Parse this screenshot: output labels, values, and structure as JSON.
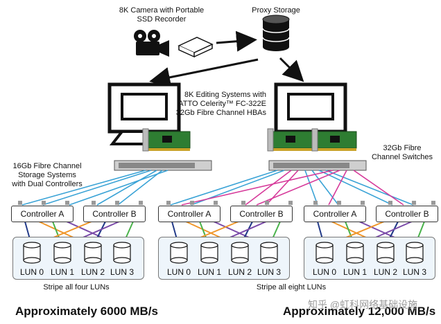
{
  "labels": {
    "camera": "8K Camera with Portable\nSSD Recorder",
    "proxy": "Proxy Storage",
    "editing": "8K Editing Systems with\nATTO Celerity™ FC-322E\n32Gb Fibre Channel HBAs",
    "switches": "32Gb Fibre\nChannel Switches",
    "storage": "16Gb Fibre Channel\nStorage Systems\nwith Dual Controllers"
  },
  "controllers": {
    "a": "Controller A",
    "b": "Controller B"
  },
  "luns": [
    "LUN 0",
    "LUN 1",
    "LUN 2",
    "LUN 3"
  ],
  "stripes": {
    "four": "Stripe all four LUNs",
    "eight": "Stripe all eight LUNs"
  },
  "throughput": {
    "left": "Approximately 6000 MB/s",
    "right": "Approximately 12,000 MB/s"
  },
  "watermark": "知乎 @虹科网络基础设施",
  "colors": {
    "link_blue": "#3aa3d6",
    "link_magenta": "#d63a9a",
    "lun_orange": "#f0962a",
    "lun_green": "#49b24a",
    "lun_purple": "#7a4aa8",
    "lun_navy": "#223a88",
    "hba_green": "#2e7d32",
    "lun_panel": "#eef5fb"
  },
  "icons": [
    "camera-icon",
    "ssd-recorder-icon",
    "database-icon",
    "workstation-icon",
    "hba-card-icon",
    "fibre-switch-icon",
    "disk-icon"
  ]
}
